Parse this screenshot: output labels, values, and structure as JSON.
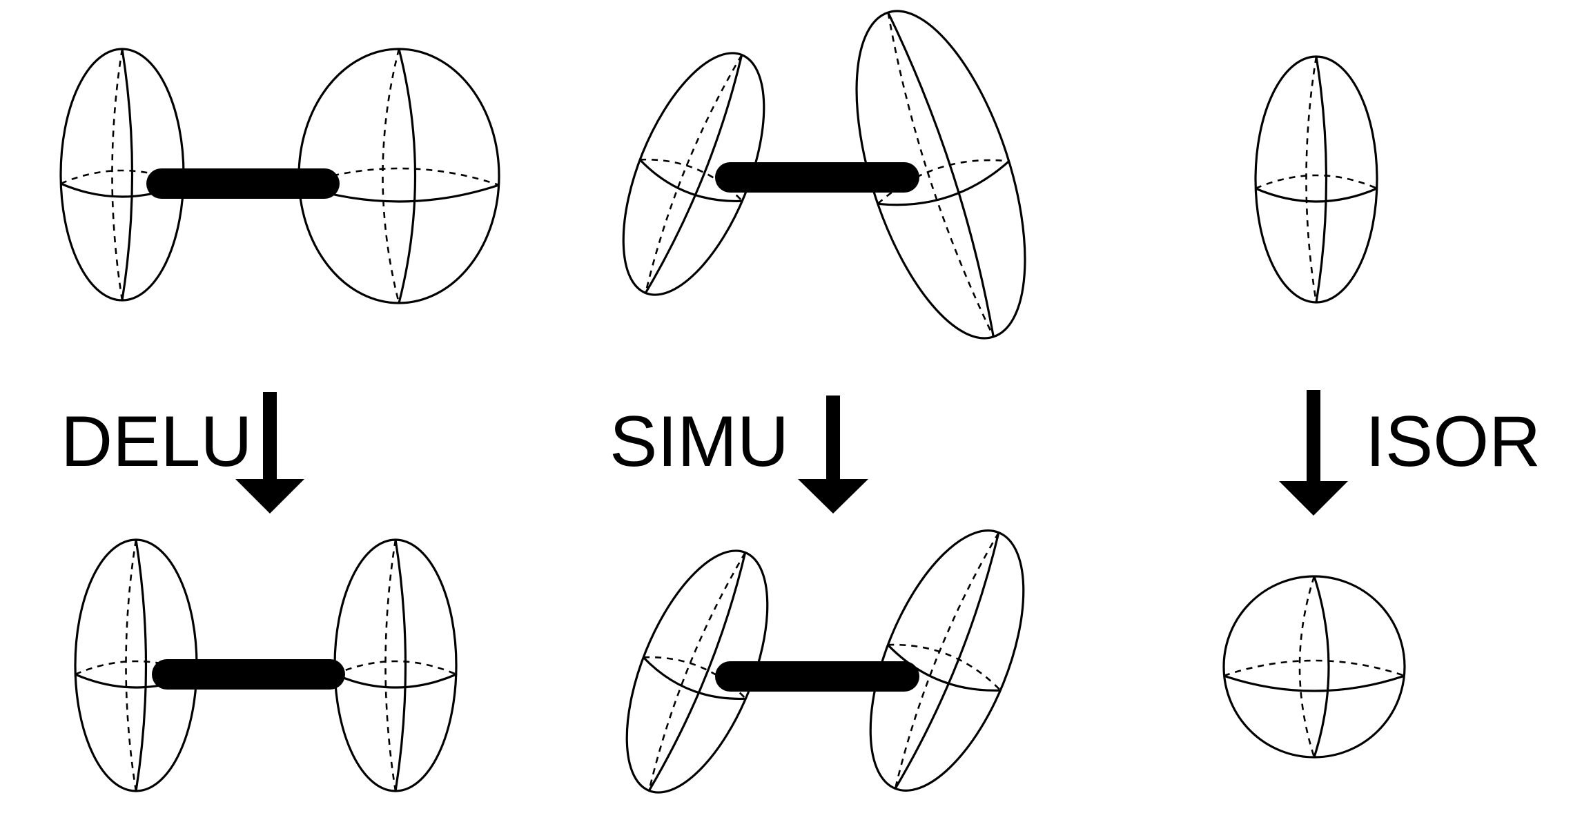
{
  "restraints": [
    {
      "label": "DELU"
    },
    {
      "label": "SIMU"
    },
    {
      "label": "ISOR"
    }
  ]
}
